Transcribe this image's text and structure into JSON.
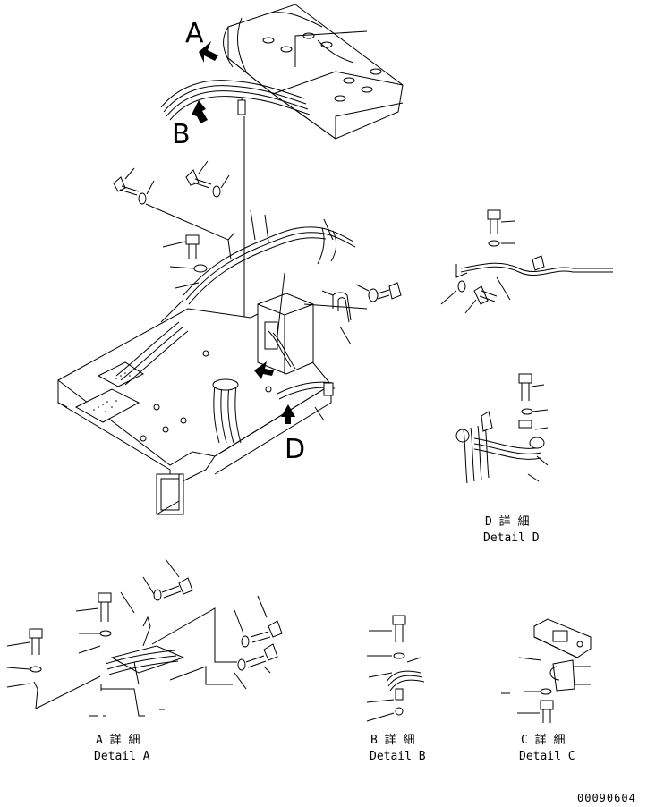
{
  "view_labels": {
    "a": "A",
    "b": "B",
    "d": "D"
  },
  "details": {
    "a": {
      "jp": "A 詳 細",
      "en": "Detail A"
    },
    "b": {
      "jp": "B 詳 細",
      "en": "Detail B"
    },
    "c": {
      "jp": "C 詳 細",
      "en": "Detail C"
    },
    "d": {
      "jp": "D 詳 細",
      "en": "Detail D"
    }
  },
  "drawing_number": "00090604"
}
